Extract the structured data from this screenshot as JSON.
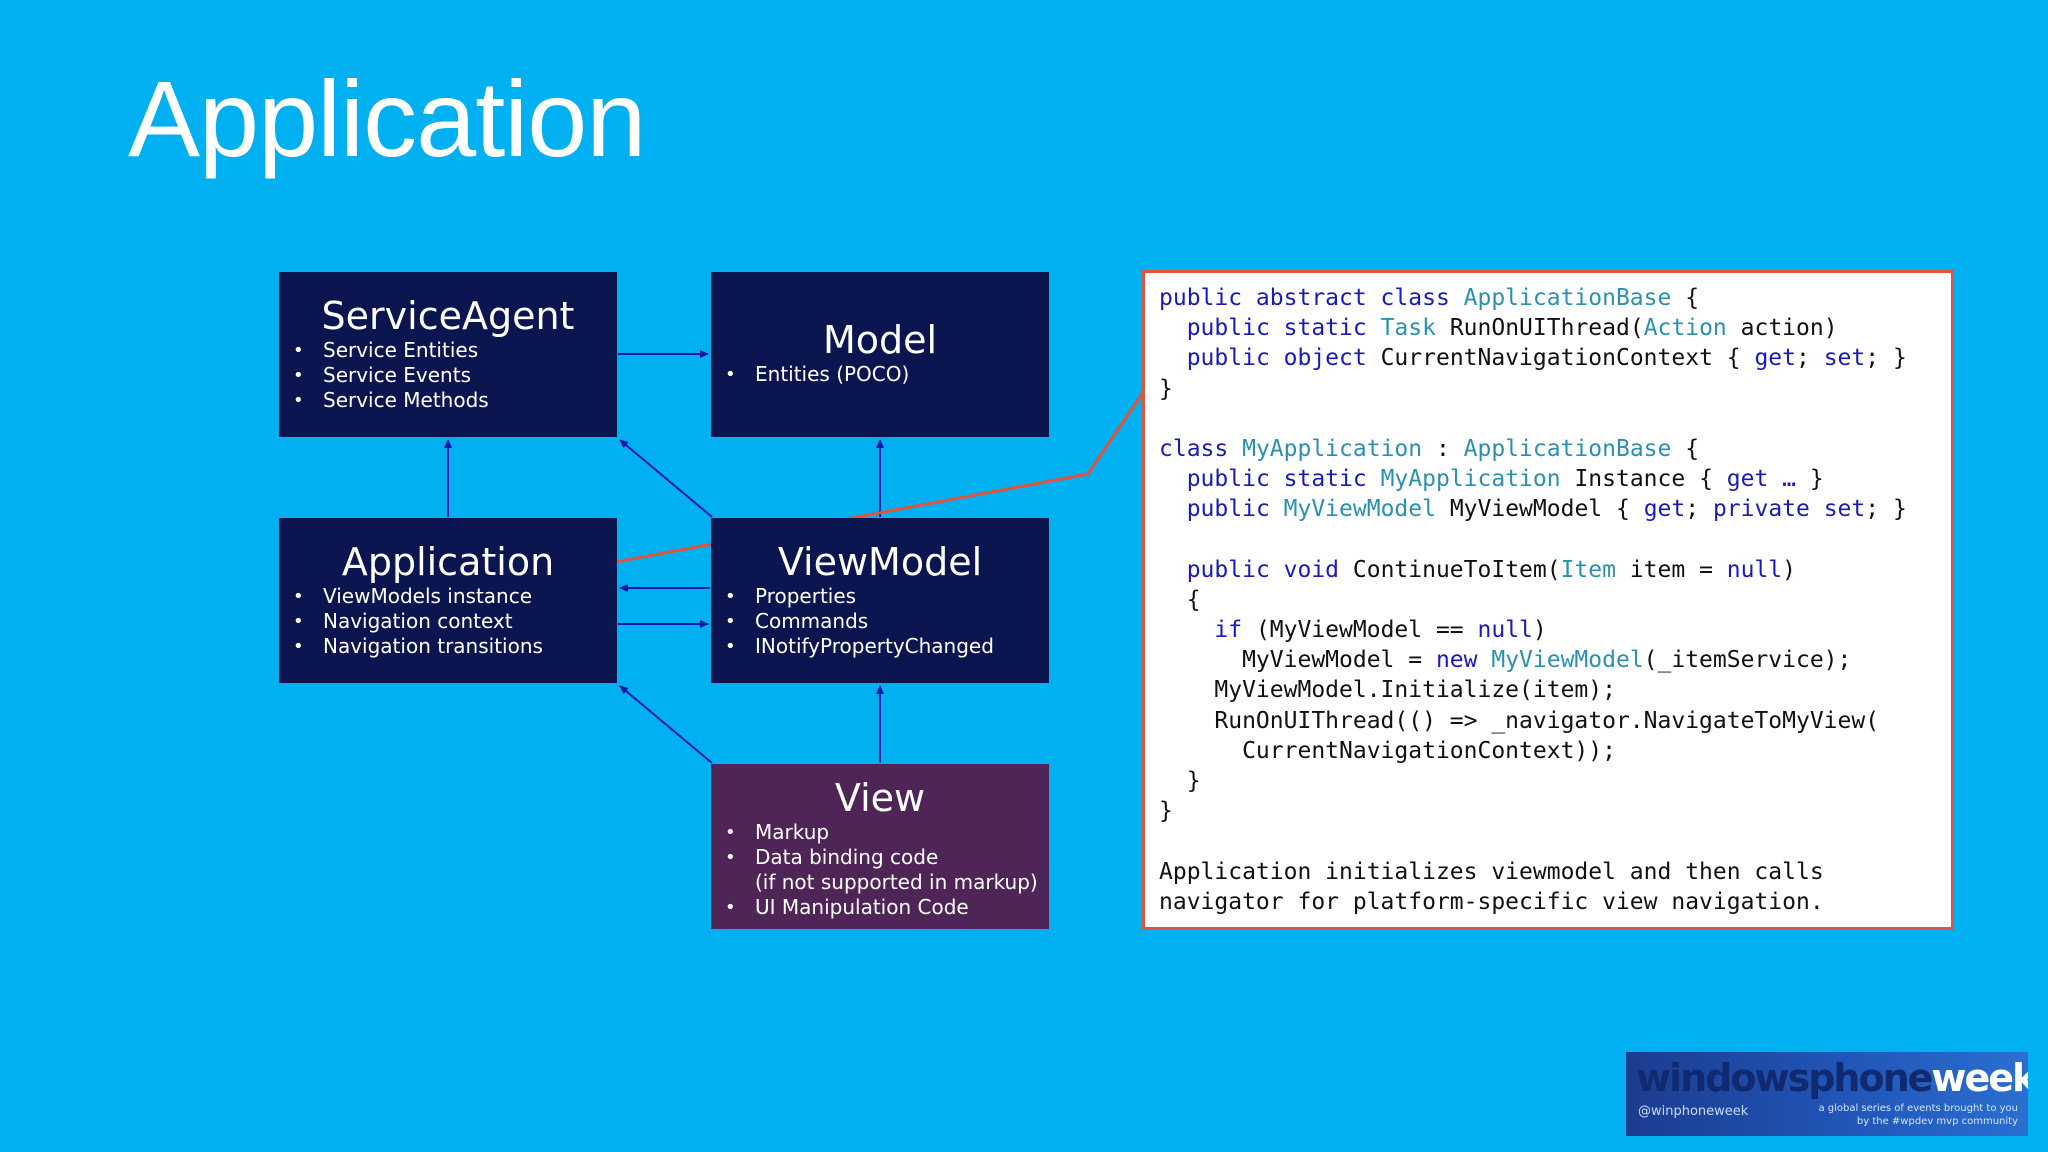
{
  "slide": {
    "title": "Application"
  },
  "colors": {
    "background": "#00b0f0",
    "box_navy": "#0b1650",
    "box_purple": "#4f2557",
    "connector": "#e0543c",
    "code_keyword": "#1a1ab8",
    "code_type": "#2b91af"
  },
  "diagram": {
    "service_agent": {
      "title": "ServiceAgent",
      "items": [
        "Service Entities",
        "Service Events",
        "Service Methods"
      ]
    },
    "model": {
      "title": "Model",
      "items": [
        "Entities (POCO)"
      ]
    },
    "application": {
      "title": "Application",
      "items": [
        "ViewModels instance",
        "Navigation context",
        "Navigation transitions"
      ]
    },
    "viewmodel": {
      "title": "ViewModel",
      "items": [
        "Properties",
        "Commands",
        "INotifyPropertyChanged"
      ]
    },
    "view": {
      "title": "View",
      "items": [
        "Markup",
        "Data binding code",
        "(if not supported in markup)",
        "UI Manipulation Code"
      ]
    }
  },
  "code": {
    "lines": [
      [
        {
          "t": "public abstract class ",
          "c": "kw"
        },
        {
          "t": "ApplicationBase",
          "c": "ty"
        },
        {
          "t": " {"
        }
      ],
      [
        {
          "t": "  "
        },
        {
          "t": "public static ",
          "c": "kw"
        },
        {
          "t": "Task",
          "c": "ty"
        },
        {
          "t": " RunOnUIThread("
        },
        {
          "t": "Action",
          "c": "ty"
        },
        {
          "t": " action)"
        }
      ],
      [
        {
          "t": "  "
        },
        {
          "t": "public object ",
          "c": "kw"
        },
        {
          "t": "CurrentNavigationContext { "
        },
        {
          "t": "get",
          "c": "kw"
        },
        {
          "t": "; "
        },
        {
          "t": "set",
          "c": "kw"
        },
        {
          "t": "; }"
        }
      ],
      [
        {
          "t": "}"
        }
      ],
      [],
      [
        {
          "t": "class ",
          "c": "kw"
        },
        {
          "t": "MyApplication",
          "c": "ty"
        },
        {
          "t": " : "
        },
        {
          "t": "ApplicationBase",
          "c": "ty"
        },
        {
          "t": " {"
        }
      ],
      [
        {
          "t": "  "
        },
        {
          "t": "public static ",
          "c": "kw"
        },
        {
          "t": "MyApplication",
          "c": "ty"
        },
        {
          "t": " Instance { "
        },
        {
          "t": "get …",
          "c": "kw"
        },
        {
          "t": " }"
        }
      ],
      [
        {
          "t": "  "
        },
        {
          "t": "public ",
          "c": "kw"
        },
        {
          "t": "MyViewModel",
          "c": "ty"
        },
        {
          "t": " MyViewModel { "
        },
        {
          "t": "get",
          "c": "kw"
        },
        {
          "t": "; "
        },
        {
          "t": "private set",
          "c": "kw"
        },
        {
          "t": "; }"
        }
      ],
      [],
      [
        {
          "t": "  "
        },
        {
          "t": "public void ",
          "c": "kw"
        },
        {
          "t": "ContinueToItem("
        },
        {
          "t": "Item",
          "c": "ty"
        },
        {
          "t": " item = "
        },
        {
          "t": "null",
          "c": "kw"
        },
        {
          "t": ")"
        }
      ],
      [
        {
          "t": "  {"
        }
      ],
      [
        {
          "t": "    "
        },
        {
          "t": "if",
          "c": "kw"
        },
        {
          "t": " (MyViewModel == "
        },
        {
          "t": "null",
          "c": "kw"
        },
        {
          "t": ")"
        }
      ],
      [
        {
          "t": "      MyViewModel = "
        },
        {
          "t": "new ",
          "c": "kw"
        },
        {
          "t": "MyViewModel",
          "c": "ty"
        },
        {
          "t": "(_itemService);"
        }
      ],
      [
        {
          "t": "    MyViewModel.Initialize(item);"
        }
      ],
      [
        {
          "t": "    RunOnUIThread(() => _navigator.NavigateToMyView("
        }
      ],
      [
        {
          "t": "      CurrentNavigationContext));"
        }
      ],
      [
        {
          "t": "  }"
        }
      ],
      [
        {
          "t": "}"
        }
      ],
      [],
      [
        {
          "t": "Application initializes viewmodel and then calls"
        }
      ],
      [
        {
          "t": "navigator for platform-specific view navigation."
        }
      ]
    ]
  },
  "logo": {
    "word_dark": "windowsphone",
    "word_light": "week",
    "handle": "@winphoneweek",
    "tagline": "a global series of events brought to you by the #wpdev mvp community"
  }
}
